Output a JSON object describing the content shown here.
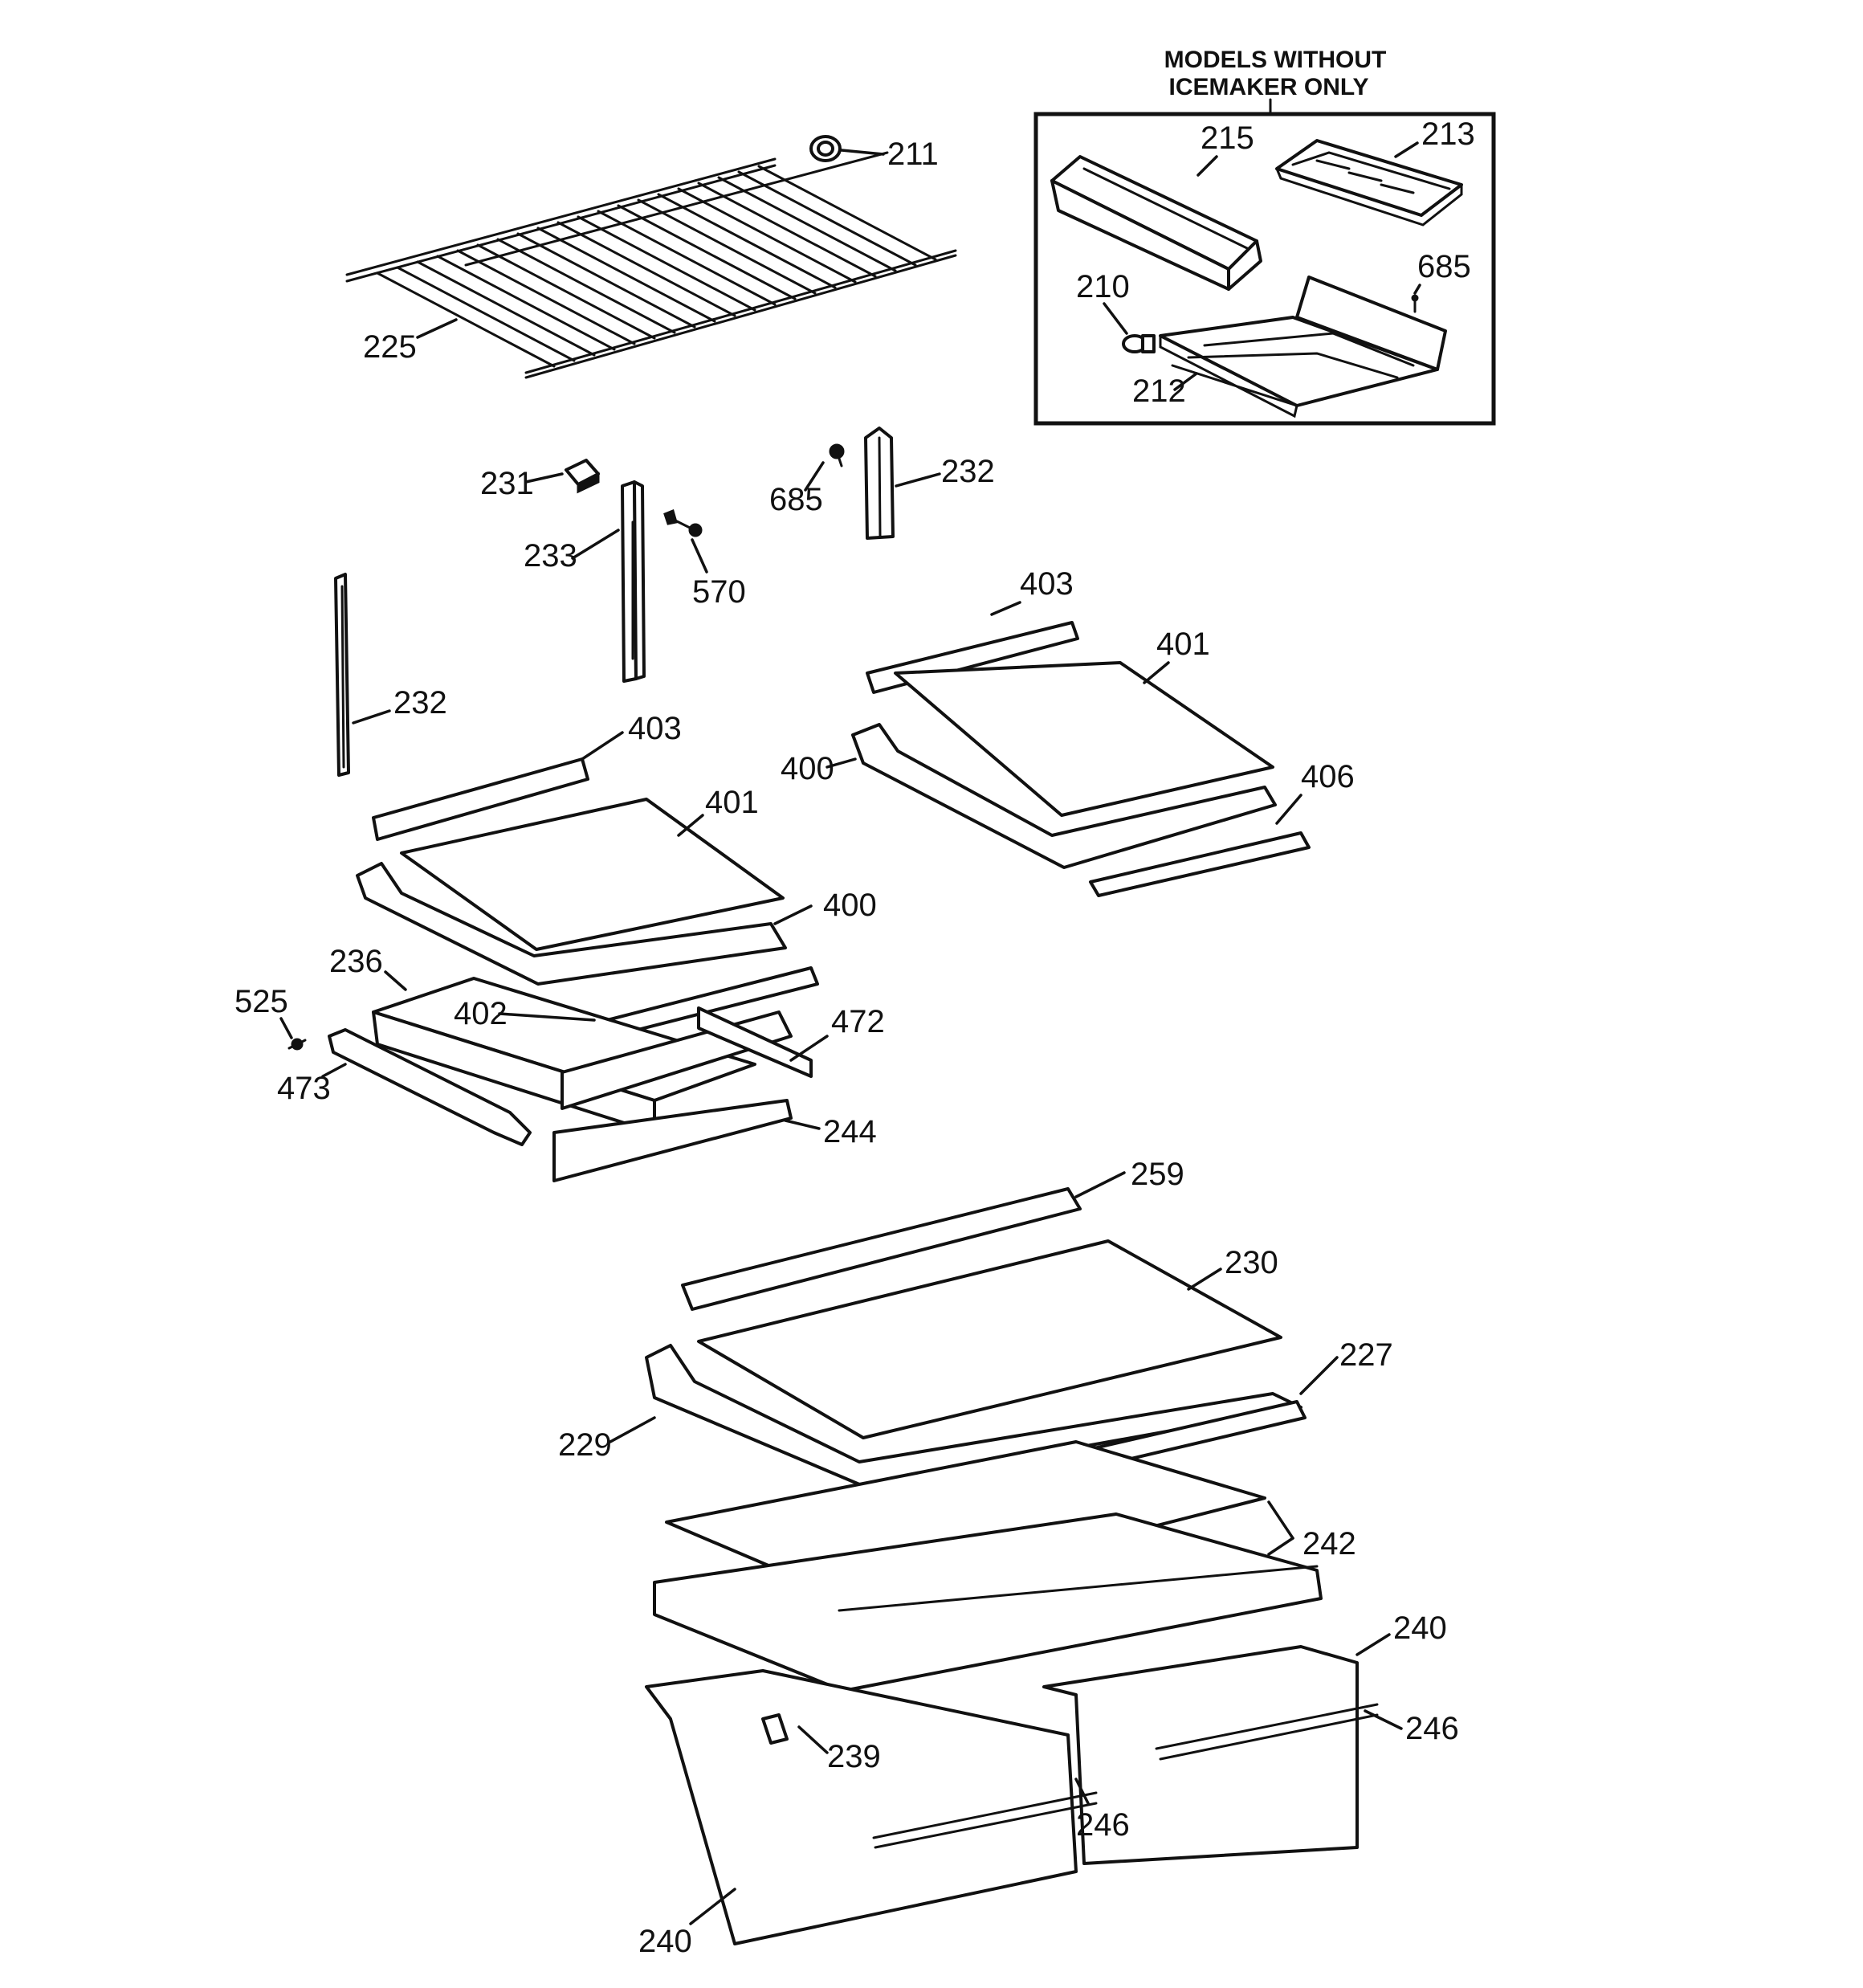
{
  "inset": {
    "heading_line1": "MODELS WITHOUT",
    "heading_line2": "ICEMAKER ONLY"
  },
  "labels": {
    "p211": "211",
    "p215": "215",
    "p213": "213",
    "p685a": "685",
    "p210": "210",
    "p212": "212",
    "p225": "225",
    "p231": "231",
    "p233": "233",
    "p570": "570",
    "p685b": "685",
    "p232a": "232",
    "p232b": "232",
    "p403a": "403",
    "p401a": "401",
    "p400a": "400",
    "p406": "406",
    "p403b": "403",
    "p401b": "401",
    "p400b": "400",
    "p236": "236",
    "p525": "525",
    "p402": "402",
    "p472": "472",
    "p473": "473",
    "p244": "244",
    "p259": "259",
    "p230": "230",
    "p227": "227",
    "p229": "229",
    "p242": "242",
    "p240a": "240",
    "p246a": "246",
    "p239": "239",
    "p246b": "246",
    "p240b": "240"
  },
  "colors": {
    "line": "#111111",
    "background": "#ffffff"
  }
}
